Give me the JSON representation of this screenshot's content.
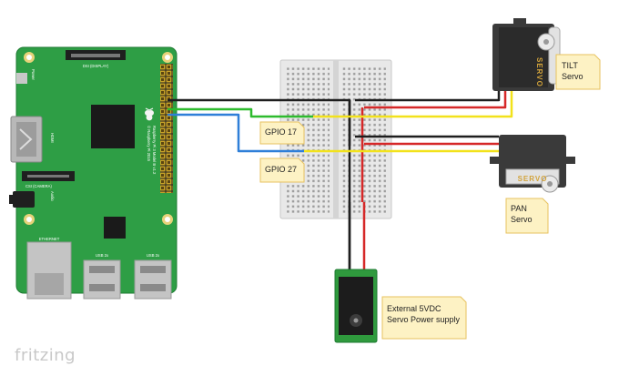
{
  "app": {
    "logo_text": "fritzing"
  },
  "notes": {
    "tilt": [
      "TILT",
      "Servo"
    ],
    "pan": [
      "PAN",
      "Servo"
    ],
    "gpio17": "GPIO 17",
    "gpio27": "GPIO 27",
    "power": [
      "External 5VDC",
      "Servo Power supply"
    ]
  },
  "servo_label": "SERVO",
  "rpi": {
    "display_label": "DSI (DISPLAY)",
    "camera_label": "CSI (CAMERA)",
    "ethernet_label": "ETHERNET",
    "usb1_label": "USB 2x",
    "usb2_label": "USB 2x",
    "hdmi_label": "HDMI",
    "audio_label": "Audio",
    "power_label": "Power",
    "model_text": "Raspberry Pi 3 Model B v1.2",
    "copyright_text": "© Raspberry Pi 2015"
  },
  "colors": {
    "board": "#2e9e45",
    "wire_black": "#1e1e1e",
    "wire_red": "#d62828",
    "wire_yellow": "#f2e21b",
    "wire_green": "#2dbb2d",
    "wire_blue": "#2f7fd8",
    "note": "#fdf2c4"
  }
}
